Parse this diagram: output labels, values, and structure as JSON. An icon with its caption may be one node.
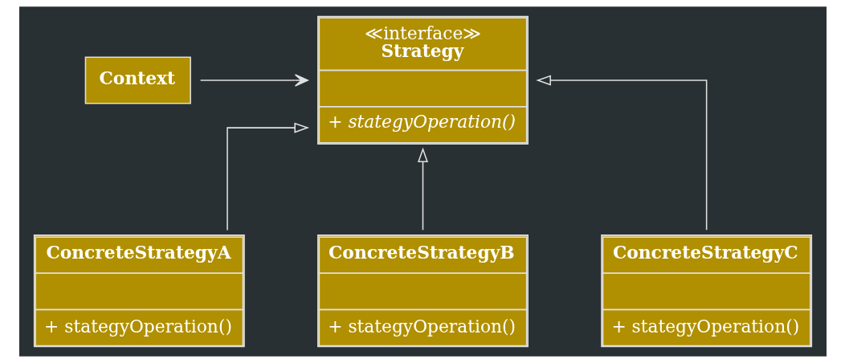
{
  "diagram": {
    "nodes": [
      {
        "text": [
          "Context"
        ]
      },
      {
        "text": [
          "≪interface≫",
          "Strategy",
          "+ stategyOperation()"
        ]
      },
      {
        "text": [
          "ConcreteStrategyA",
          "+ stategyOperation()"
        ]
      },
      {
        "text": [
          "ConcreteStrategyB",
          "+ stategyOperation()"
        ]
      },
      {
        "text": [
          "ConcreteStrategyC",
          "+ stategyOperation()"
        ]
      }
    ],
    "edges": [
      {
        "from": 0,
        "to": 1,
        "arrow": "to"
      },
      {
        "from": 2,
        "to": 1,
        "arrow": "to"
      },
      {
        "from": 3,
        "to": 1,
        "arrow": "to"
      },
      {
        "from": 4,
        "to": 1,
        "arrow": "to"
      }
    ]
  }
}
